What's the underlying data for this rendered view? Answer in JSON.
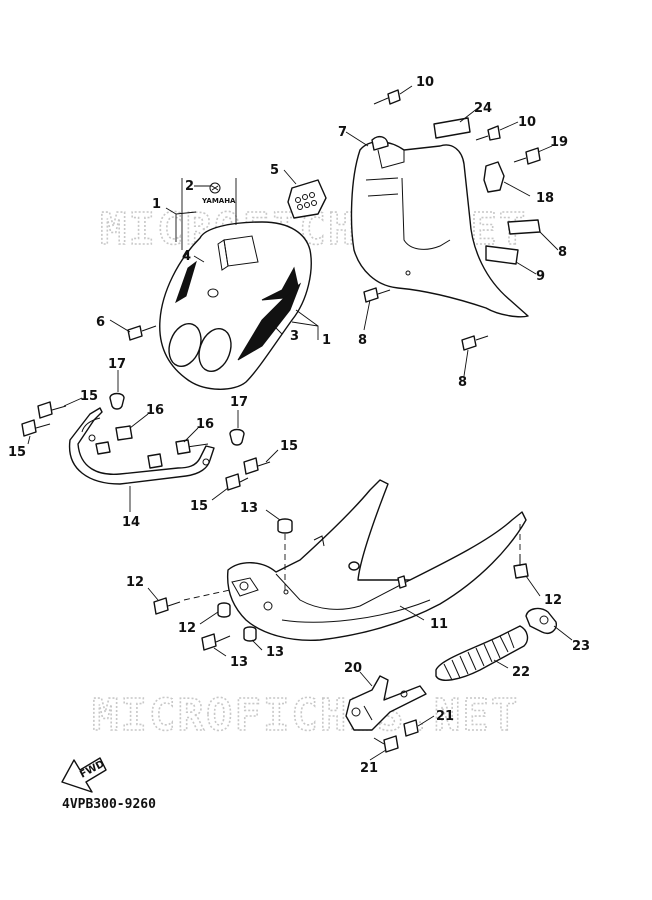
{
  "diagram": {
    "code": "4VPB300-9260",
    "watermark": "MICROFICHES.NET",
    "brand_text": "YAMAHA",
    "fwd_text": "FWD",
    "callouts": [
      {
        "num": "1"
      },
      {
        "num": "2"
      },
      {
        "num": "4"
      },
      {
        "num": "5"
      },
      {
        "num": "6"
      },
      {
        "num": "3"
      },
      {
        "num": "1"
      },
      {
        "num": "7"
      },
      {
        "num": "10"
      },
      {
        "num": "24"
      },
      {
        "num": "10"
      },
      {
        "num": "19"
      },
      {
        "num": "18"
      },
      {
        "num": "8"
      },
      {
        "num": "9"
      },
      {
        "num": "8"
      },
      {
        "num": "8"
      },
      {
        "num": "17"
      },
      {
        "num": "15"
      },
      {
        "num": "15"
      },
      {
        "num": "16"
      },
      {
        "num": "16"
      },
      {
        "num": "17"
      },
      {
        "num": "15"
      },
      {
        "num": "15"
      },
      {
        "num": "14"
      },
      {
        "num": "13"
      },
      {
        "num": "12"
      },
      {
        "num": "12"
      },
      {
        "num": "13"
      },
      {
        "num": "13"
      },
      {
        "num": "12"
      },
      {
        "num": "11"
      },
      {
        "num": "23"
      },
      {
        "num": "22"
      },
      {
        "num": "20"
      },
      {
        "num": "21"
      },
      {
        "num": "21"
      }
    ]
  }
}
